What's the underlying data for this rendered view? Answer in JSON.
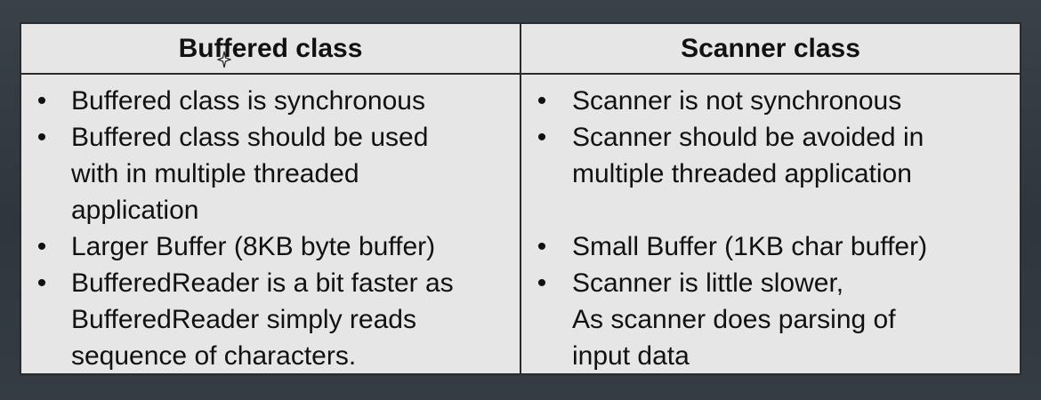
{
  "table": {
    "headers": {
      "left": "Buffered class",
      "right": "Scanner class"
    },
    "bullet_symbol": "•",
    "left_items": [
      {
        "lines": [
          "Buffered class is synchronous"
        ]
      },
      {
        "lines": [
          "Buffered class should be used",
          "with in multiple threaded",
          "application"
        ]
      },
      {
        "lines": [
          "Larger Buffer  (8KB byte buffer)"
        ]
      },
      {
        "lines": [
          "BufferedReader is a bit faster as",
          "BufferedReader simply reads",
          "sequence of characters."
        ]
      }
    ],
    "right_items": [
      {
        "lines": [
          "Scanner is not synchronous"
        ]
      },
      {
        "lines": [
          "Scanner should be avoided  in",
          "multiple threaded application"
        ]
      },
      {
        "lines": [
          "Small Buffer  (1KB char buffer)"
        ]
      },
      {
        "lines": [
          "Scanner is little slower,",
          "As scanner does parsing of",
          "input data"
        ]
      }
    ]
  },
  "colors": {
    "background": "#333a42",
    "table_fill": "#e6e6e6",
    "border": "#2b2b2b",
    "text": "#111111"
  }
}
